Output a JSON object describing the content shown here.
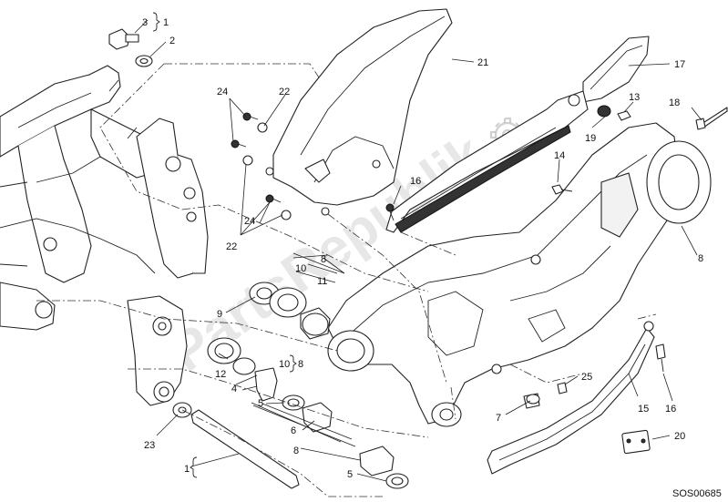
{
  "diagram": {
    "drawing_code": "SOS00685",
    "watermark_text": "PartsRepublik",
    "callouts": {
      "c1a": "1",
      "c1b": "1",
      "c2": "2",
      "c3": "3",
      "c4": "4",
      "c5a": "5",
      "c5b": "5",
      "c6": "6",
      "c7": "7",
      "c8a": "8",
      "c8b": "8",
      "c8c": "8",
      "c8d": "8",
      "c9": "9",
      "c10a": "10",
      "c10b": "10",
      "c11": "11",
      "c12": "12",
      "c13": "13",
      "c14": "14",
      "c15": "15",
      "c16a": "16",
      "c16b": "16",
      "c17": "17",
      "c18": "18",
      "c19": "19",
      "c20": "20",
      "c21": "21",
      "c22a": "22",
      "c22b": "22",
      "c23": "23",
      "c24a": "24",
      "c24b": "24",
      "c25": "25"
    }
  }
}
